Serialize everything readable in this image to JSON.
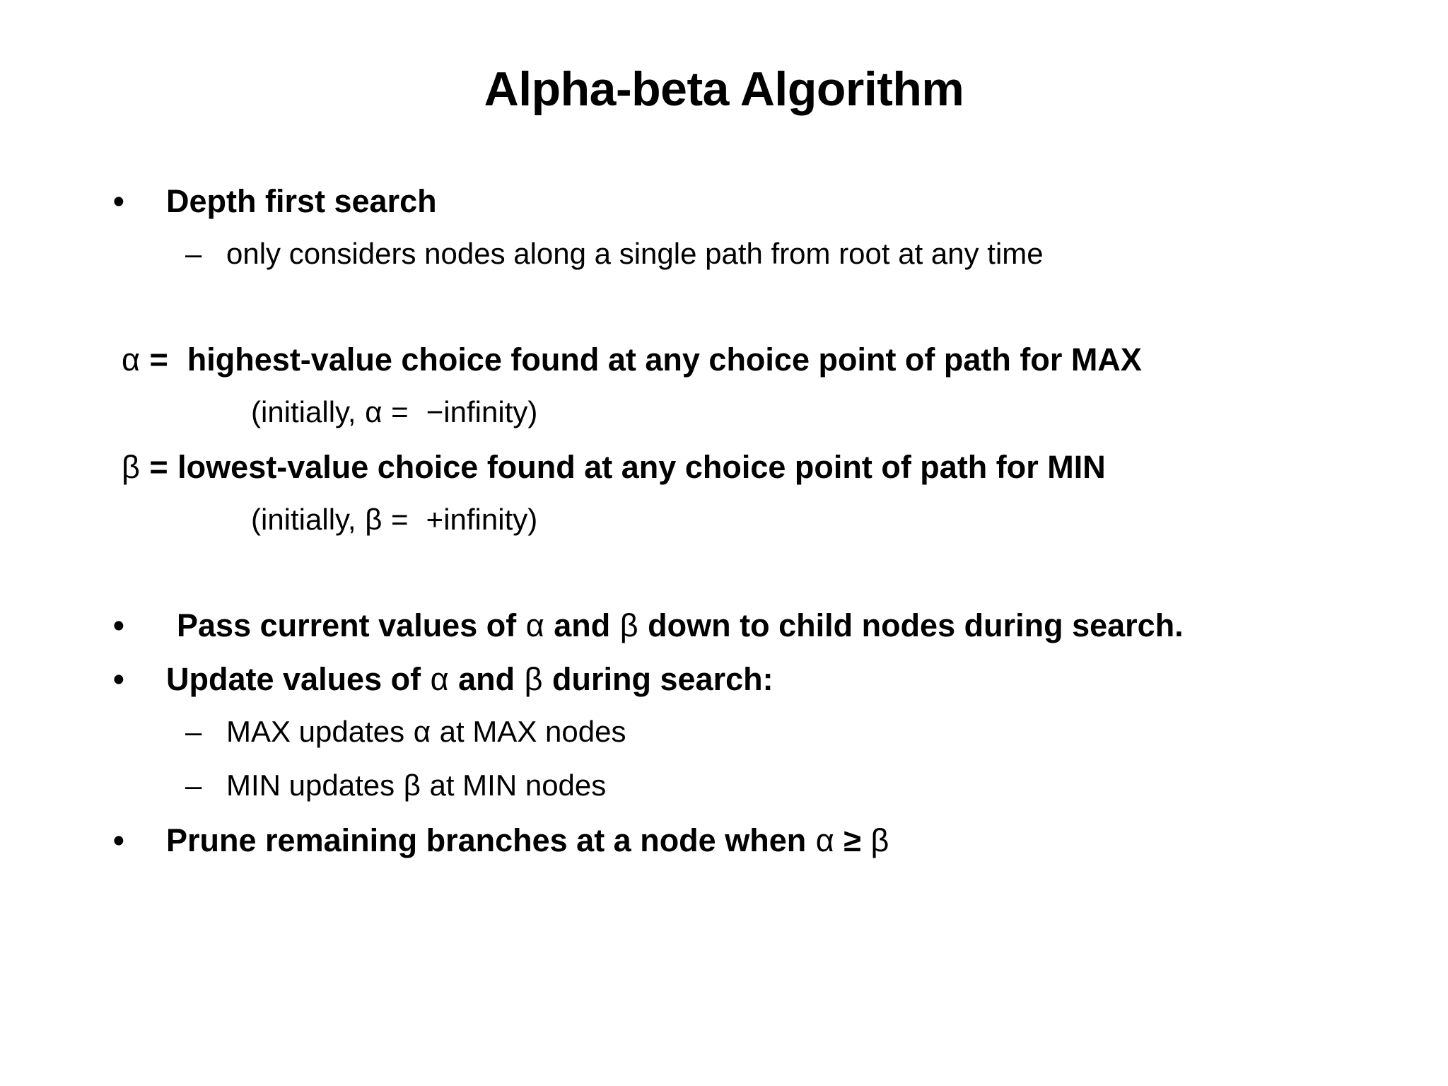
{
  "slide": {
    "title": "Alpha-beta Algorithm",
    "background_color": "#ffffff",
    "text_color": "#000000",
    "bullet_glyph": "•",
    "dash_glyph": "–",
    "content": {
      "b1_label": "Depth first search",
      "b1_sub1": "only considers nodes along a single path from root at any time",
      "alpha_symbol": "α",
      "beta_symbol": "β",
      "alpha_def_eq": "=",
      "alpha_def_text": "highest-value choice found at any choice point of path for MAX",
      "alpha_init_open": "(initially,",
      "alpha_init_eq": "=",
      "alpha_init_value": "−infinity)",
      "beta_def_eq": "=",
      "beta_def_text": "lowest-value choice found at any choice point of path for MIN",
      "beta_init_open": "(initially,",
      "beta_init_eq": "=",
      "beta_init_value": "+infinity)",
      "b2_pre": "Pass current values of",
      "b2_mid": "and",
      "b2_post": "down to child nodes during search.",
      "b3_pre": "Update values of",
      "b3_mid": "and",
      "b3_post": "during search:",
      "b3_sub1_pre": "MAX updates",
      "b3_sub1_post": "at MAX nodes",
      "b3_sub2_pre": "MIN updates",
      "b3_sub2_post": "at MIN nodes",
      "b4_pre": "Prune remaining branches at a node when",
      "b4_op": "≥"
    }
  }
}
